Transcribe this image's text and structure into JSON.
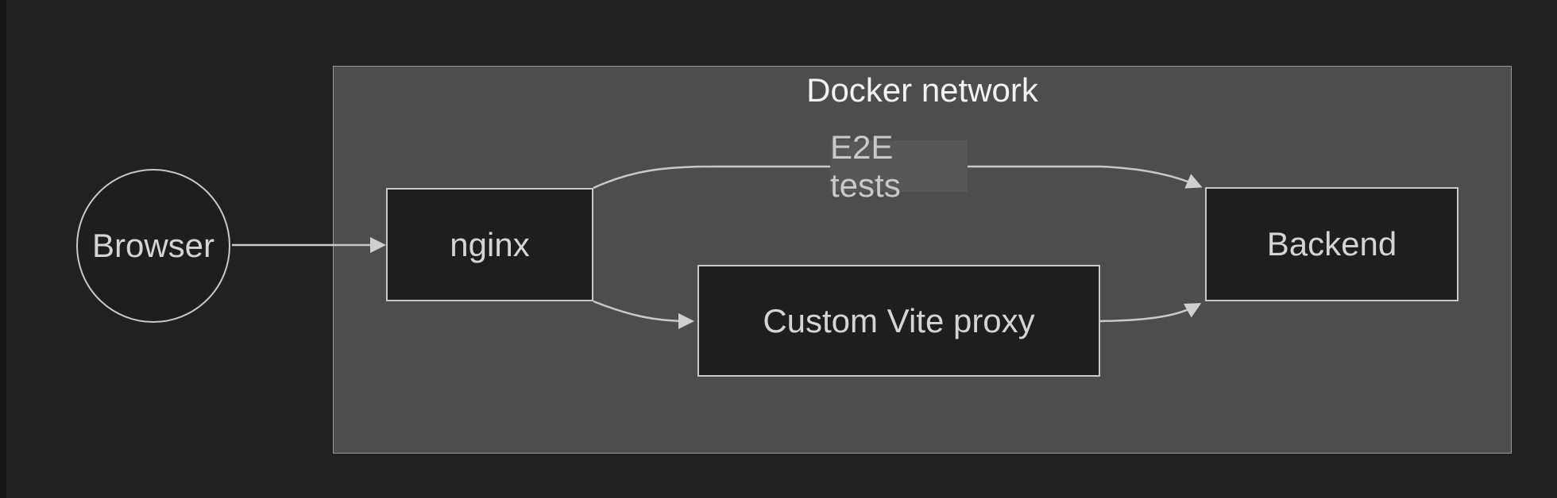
{
  "diagram": {
    "cluster": {
      "title": "Docker network"
    },
    "nodes": {
      "browser": {
        "label": "Browser",
        "shape": "circle"
      },
      "nginx": {
        "label": "nginx",
        "shape": "rect"
      },
      "vite": {
        "label": "Custom Vite proxy",
        "shape": "rect"
      },
      "backend": {
        "label": "Backend",
        "shape": "rect"
      }
    },
    "edges": [
      {
        "from": "browser",
        "to": "nginx",
        "label": ""
      },
      {
        "from": "nginx",
        "to": "backend",
        "label": "E2E tests"
      },
      {
        "from": "nginx",
        "to": "vite",
        "label": ""
      },
      {
        "from": "vite",
        "to": "backend",
        "label": ""
      }
    ],
    "edge_label": "E2E tests"
  },
  "colors": {
    "page_bg": "#212121",
    "strip": "#171717",
    "cluster_fill": "#4d4d4d",
    "cluster_border": "#999999",
    "node_fill": "#1e1e1e",
    "node_border": "#c9c9c9",
    "node_text": "#d4d4d4",
    "title_text": "#f2f2f2",
    "label_bg": "#575757",
    "label_text": "#c9c9c9",
    "line": "#c9c9c9"
  }
}
